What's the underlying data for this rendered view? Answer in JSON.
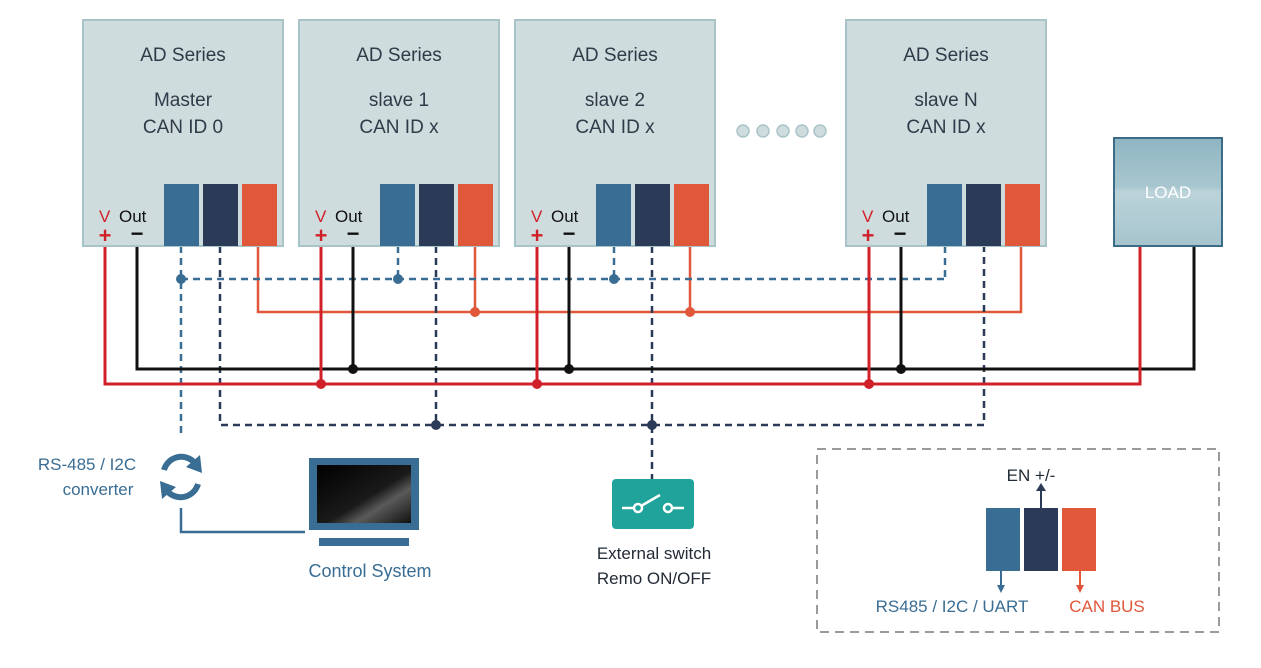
{
  "modules": [
    {
      "series": "AD Series",
      "role": "Master",
      "can_id": "CAN ID 0",
      "v_label": "V",
      "out_label": "Out"
    },
    {
      "series": "AD Series",
      "role": "slave 1",
      "can_id": "CAN ID x",
      "v_label": "V",
      "out_label": "Out"
    },
    {
      "series": "AD Series",
      "role": "slave 2",
      "can_id": "CAN ID x",
      "v_label": "V",
      "out_label": "Out"
    },
    {
      "series": "AD Series",
      "role": "slave N",
      "can_id": "CAN ID x",
      "v_label": "V",
      "out_label": "Out"
    }
  ],
  "load": {
    "label": "LOAD"
  },
  "converter": {
    "line1": "RS-485 / I2C",
    "line2": "converter",
    "icon": "refresh-cycle-icon"
  },
  "control_system": {
    "label": "Control System",
    "icon": "monitor-icon"
  },
  "external_switch": {
    "line1": "External switch",
    "line2": "Remo ON/OFF",
    "icon": "switch-icon"
  },
  "legend": {
    "en_label": "EN +/-",
    "rs485_label": "RS485 / I2C / UART",
    "can_label": "CAN BUS"
  },
  "colors": {
    "rs485": "#3a6d93",
    "en": "#2b3a57",
    "can": "#e0573a",
    "positive": "#d0202a",
    "negative": "#111111",
    "module_bg": "#cfdcde",
    "switch": "#1fa39a"
  }
}
